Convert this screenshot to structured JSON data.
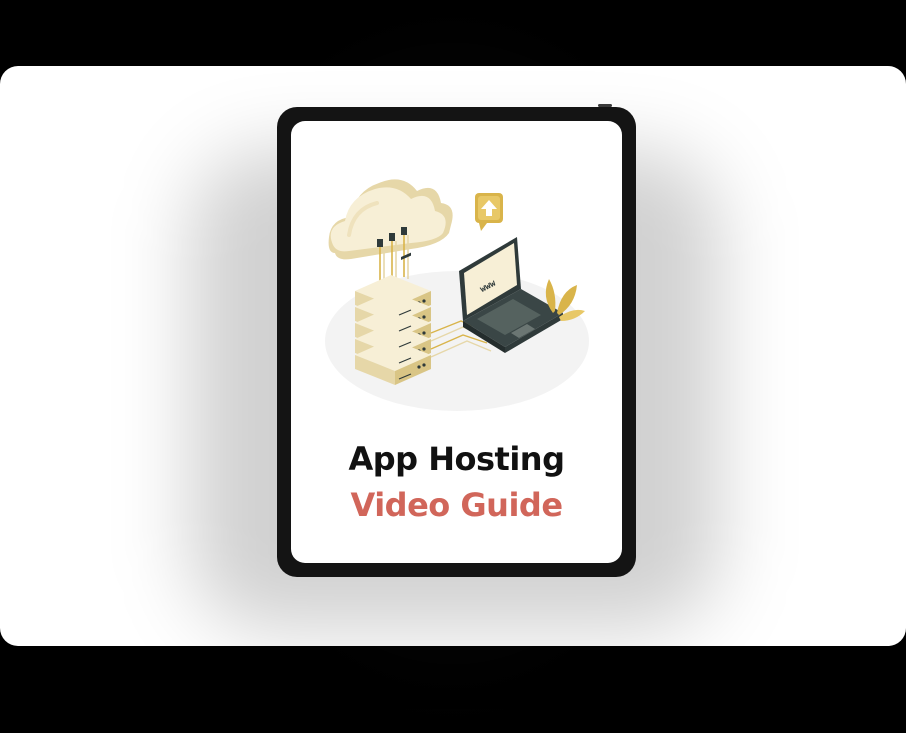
{
  "guide": {
    "title_line1": "App Hosting",
    "title_line2": "Video Guide"
  },
  "illustration": {
    "laptop_screen_text": "www",
    "icons": [
      "cloud-icon",
      "server-stack-icon",
      "laptop-icon",
      "upload-arrow-icon",
      "plant-icon"
    ]
  },
  "colors": {
    "title_primary": "#111111",
    "title_accent": "#d1665a",
    "illustration_cream": "#f4ead0",
    "illustration_gold": "#d9b44a",
    "laptop_dark": "#2f3a3a",
    "page_background": "#000000",
    "card_background": "#ffffff",
    "tablet_frame": "#141414"
  }
}
